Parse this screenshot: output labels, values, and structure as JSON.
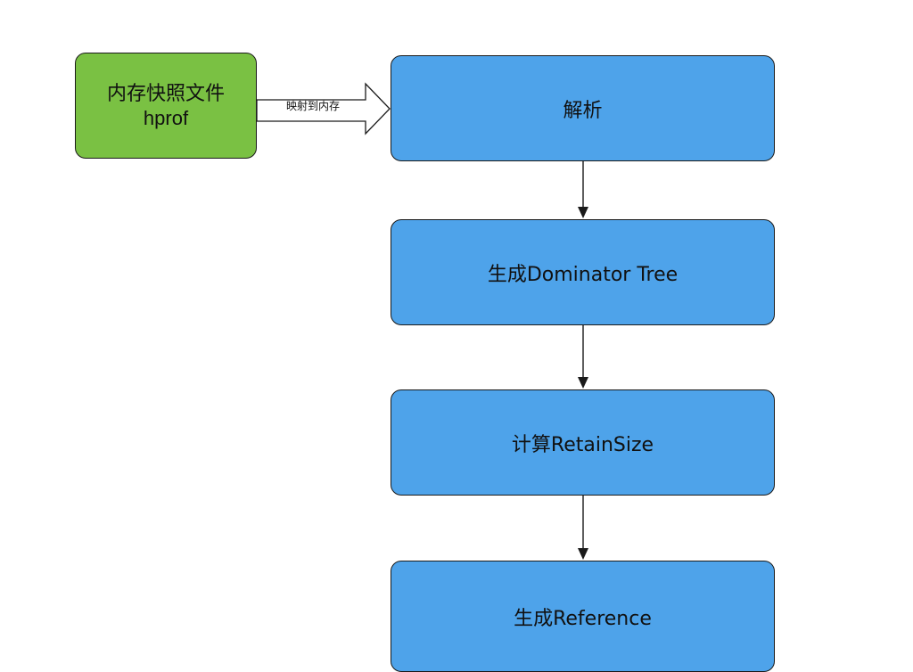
{
  "colors": {
    "source_fill": "#7ac143",
    "step_fill": "#4ea3ea",
    "stroke": "#1a1a1a",
    "arrow_fill": "#ffffff"
  },
  "source": {
    "line1": "内存快照文件",
    "line2": "hprof"
  },
  "mapping_arrow": {
    "label": "映射到内存"
  },
  "steps": [
    {
      "label": "解析"
    },
    {
      "label": "生成Dominator Tree"
    },
    {
      "label": "计算RetainSize"
    },
    {
      "label": "生成Reference"
    }
  ]
}
